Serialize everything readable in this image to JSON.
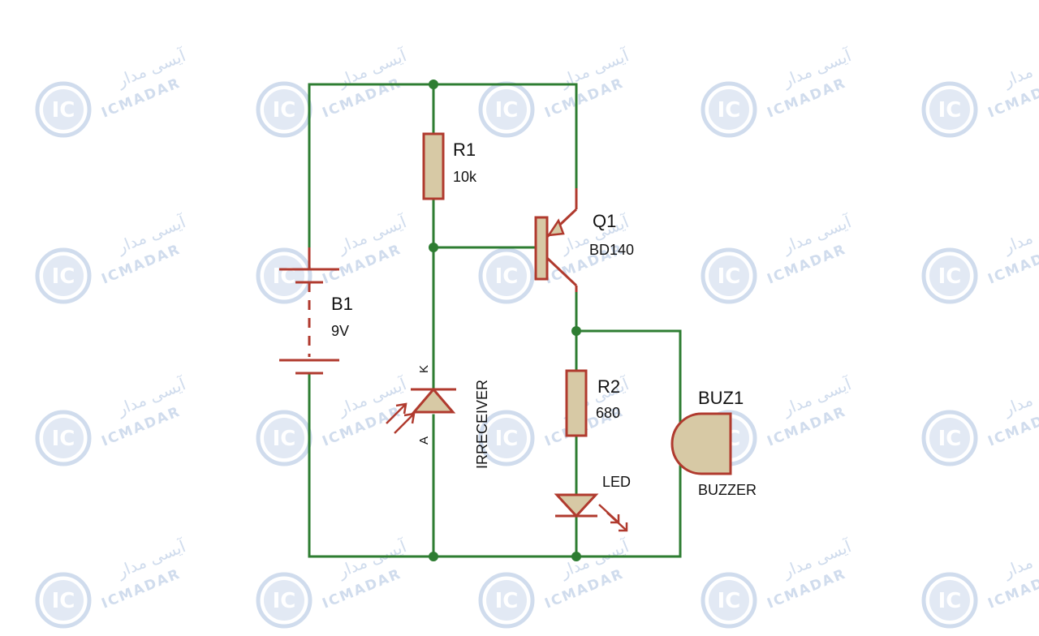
{
  "watermark": {
    "brand_latin": "ICMADAR",
    "brand_arabic": "آیسی مدار",
    "logo_text": "IC"
  },
  "colors": {
    "wire": "#2e7d32",
    "component": "#b03a2e",
    "component_fill": "#d7c9a5",
    "junction": "#2e7d32",
    "watermark": "#c8d6ea"
  },
  "components": {
    "r1": {
      "ref": "R1",
      "value": "10k"
    },
    "r2": {
      "ref": "R2",
      "value": "680"
    },
    "q1": {
      "ref": "Q1",
      "value": "BD140"
    },
    "b1": {
      "ref": "B1",
      "value": "9V"
    },
    "ir": {
      "name": "IRRECEIVER",
      "pin_k": "K",
      "pin_a": "A"
    },
    "led": {
      "ref": "LED"
    },
    "buz1": {
      "ref": "BUZ1",
      "value": "BUZZER"
    }
  }
}
